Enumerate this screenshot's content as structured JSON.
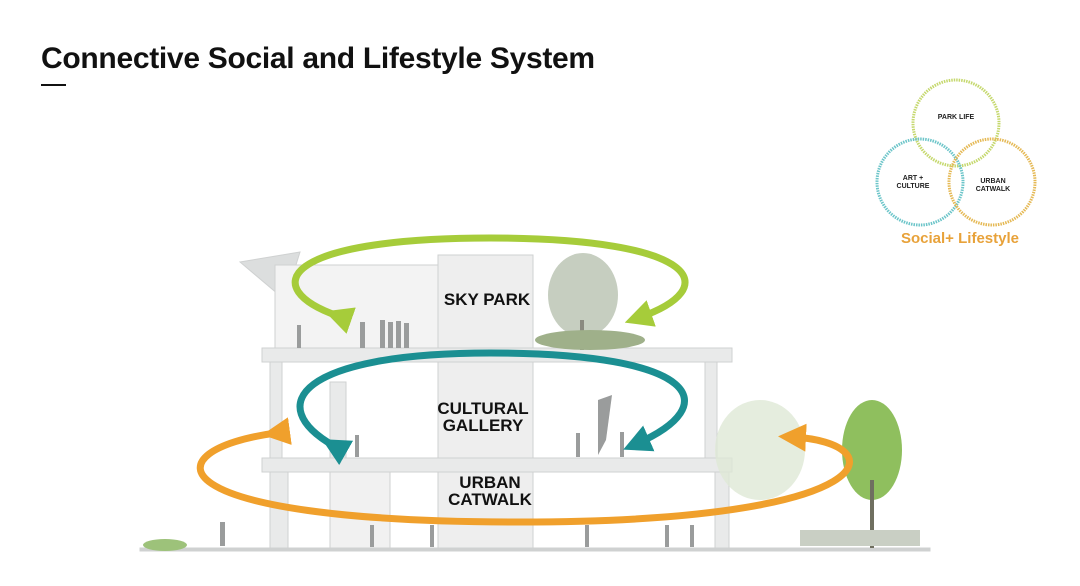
{
  "title": "Connective Social and Lifestyle System",
  "venn": {
    "circles": [
      {
        "label": "PARK LIFE",
        "color": "#c5d86d"
      },
      {
        "label_line1": "ART +",
        "label_line2": "CULTURE",
        "color": "#6cc5c9"
      },
      {
        "label_line1": "URBAN",
        "label_line2": "CATWALK",
        "color": "#e5b955"
      }
    ],
    "caption": "Social+ Lifestyle",
    "caption_color": "#e8a23a"
  },
  "levels": {
    "sky_park": {
      "label": "SKY PARK",
      "color": "#a6cc3a"
    },
    "cultural_gallery": {
      "line1": "CULTURAL",
      "line2": "GALLERY",
      "color": "#1b8f92"
    },
    "urban_catwalk": {
      "line1": "URBAN",
      "line2": "CATWALK",
      "color": "#f0a02c"
    }
  }
}
